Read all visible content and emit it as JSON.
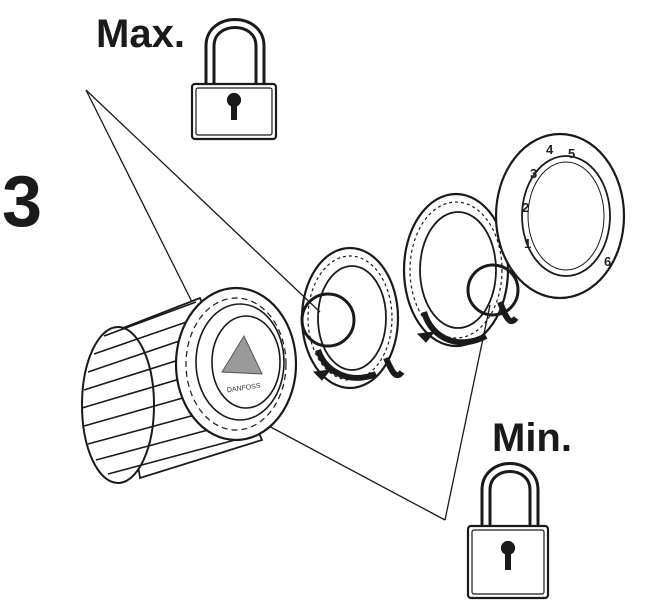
{
  "diagram": {
    "step_number": "3",
    "max_label": "Max.",
    "min_label": "Min.",
    "brand_text": "DANFOSS",
    "scale_numbers": [
      "1",
      "2",
      "3",
      "4",
      "5",
      "6"
    ],
    "parts": [
      "thermostat-head",
      "min-limit-ring",
      "max-limit-ring",
      "scale-ring",
      "max-padlock",
      "min-padlock"
    ],
    "colors": {
      "ink": "#1a1a1a",
      "background": "#ffffff"
    }
  }
}
